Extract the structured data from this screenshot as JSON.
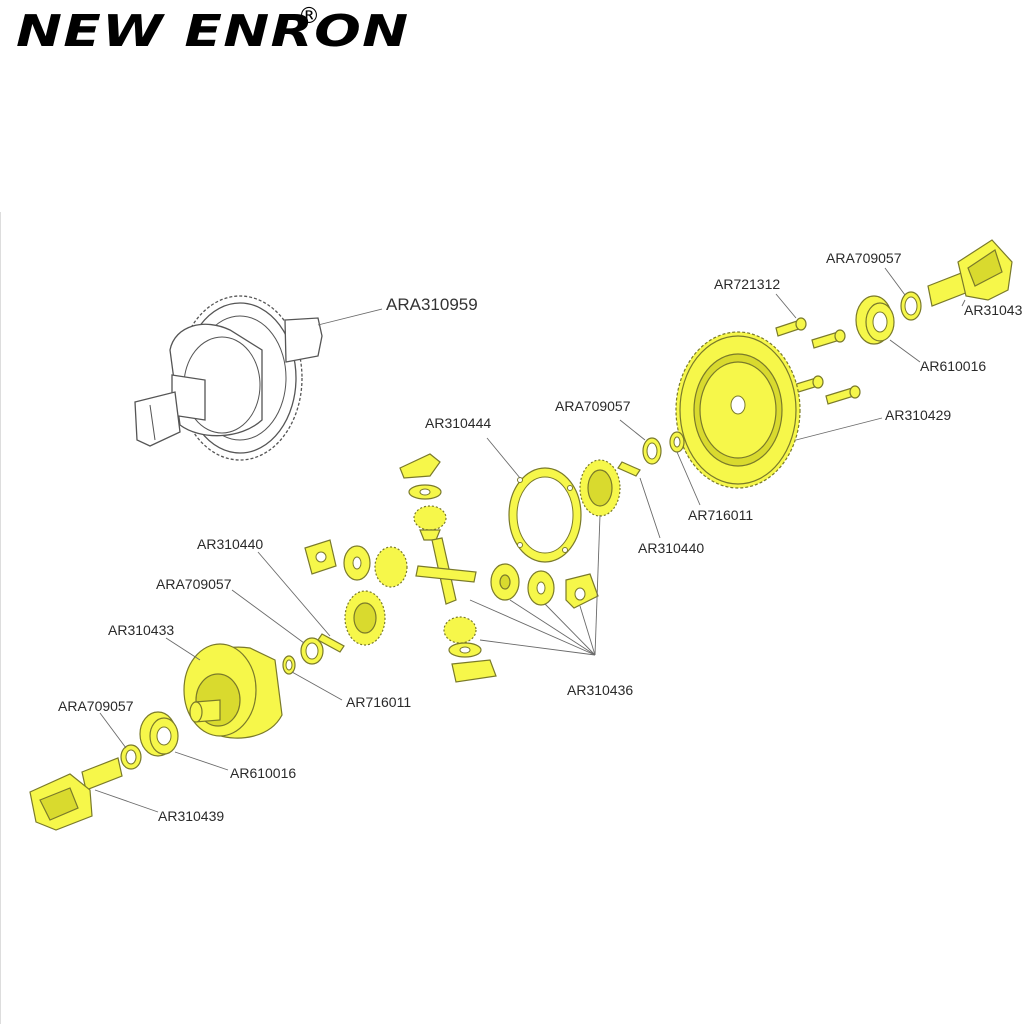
{
  "brand": {
    "name": "NEW ENRON",
    "mark": "®"
  },
  "colors": {
    "part_fill": "#f6f74a",
    "part_stroke": "#7a7a2a",
    "assembly_outline": "#555555"
  },
  "labels": {
    "assembly": "ARA310959",
    "ar721312": "AR721312",
    "ara709057_top": "ARA709057",
    "ar31043": "AR31043",
    "ar610016_top": "AR610016",
    "ar310429": "AR310429",
    "ar310444": "AR310444",
    "ara709057_mid": "ARA709057",
    "ar716011_top": "AR716011",
    "ar310440_top": "AR310440",
    "ar310440_left": "AR310440",
    "ara709057_left": "ARA709057",
    "ar310433": "AR310433",
    "ar716011_left": "AR716011",
    "ar310436": "AR310436",
    "ara709057_bottom": "ARA709057",
    "ar610016_bottom": "AR610016",
    "ar310439": "AR310439"
  }
}
